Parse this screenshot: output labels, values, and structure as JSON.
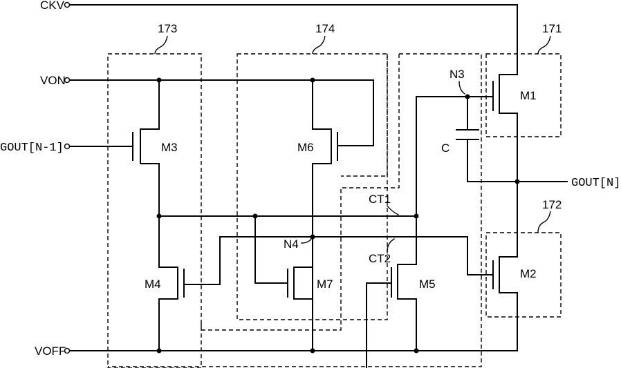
{
  "terminals": {
    "ckv": "CKV",
    "von": "VON",
    "gout_prev": "GOUT[N-1]",
    "voff": "VOFF",
    "gout_n": "GOUT[N]"
  },
  "transistors": {
    "m1": "M1",
    "m2": "M2",
    "m3": "M3",
    "m4": "M4",
    "m5": "M5",
    "m6": "M6",
    "m7": "M7"
  },
  "nodes": {
    "n3": "N3",
    "n4": "N4",
    "ct1": "CT1",
    "ct2": "CT2"
  },
  "capacitor": "C",
  "blocks": {
    "b171": "171",
    "b172": "172",
    "b173": "173",
    "b174": "174"
  }
}
